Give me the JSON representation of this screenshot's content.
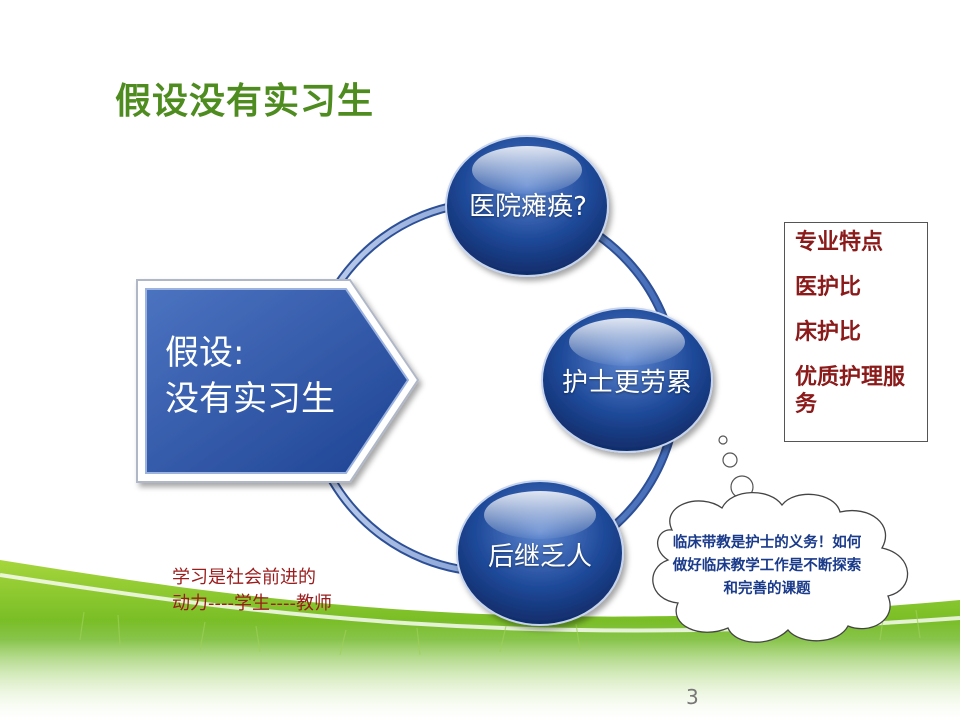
{
  "slide": {
    "title": "假设没有实习生",
    "arrow": {
      "line1": "假设:",
      "line2": "没有实习生"
    },
    "spheres": [
      {
        "label": "医院瘫痪?"
      },
      {
        "label": "护士更劳累"
      },
      {
        "label": "后继乏人"
      }
    ],
    "box_items": [
      "专业特点",
      "医护比",
      "床护比",
      "优质护理服务"
    ],
    "quote": "学习是社会前进的动力----学生----教师",
    "cloud": "临床带教是护士的义务！如何做好临床教学工作是不断探索和完善的课题",
    "page_number": "3"
  },
  "colors": {
    "title_green": "#4e8c1f",
    "sphere_blue": "#1a3f8a",
    "arrow_blue": "#2e5aa8",
    "box_text": "#8b1a1a",
    "cloud_text": "#1a3a8a",
    "grass_green": "#7cc02a"
  }
}
